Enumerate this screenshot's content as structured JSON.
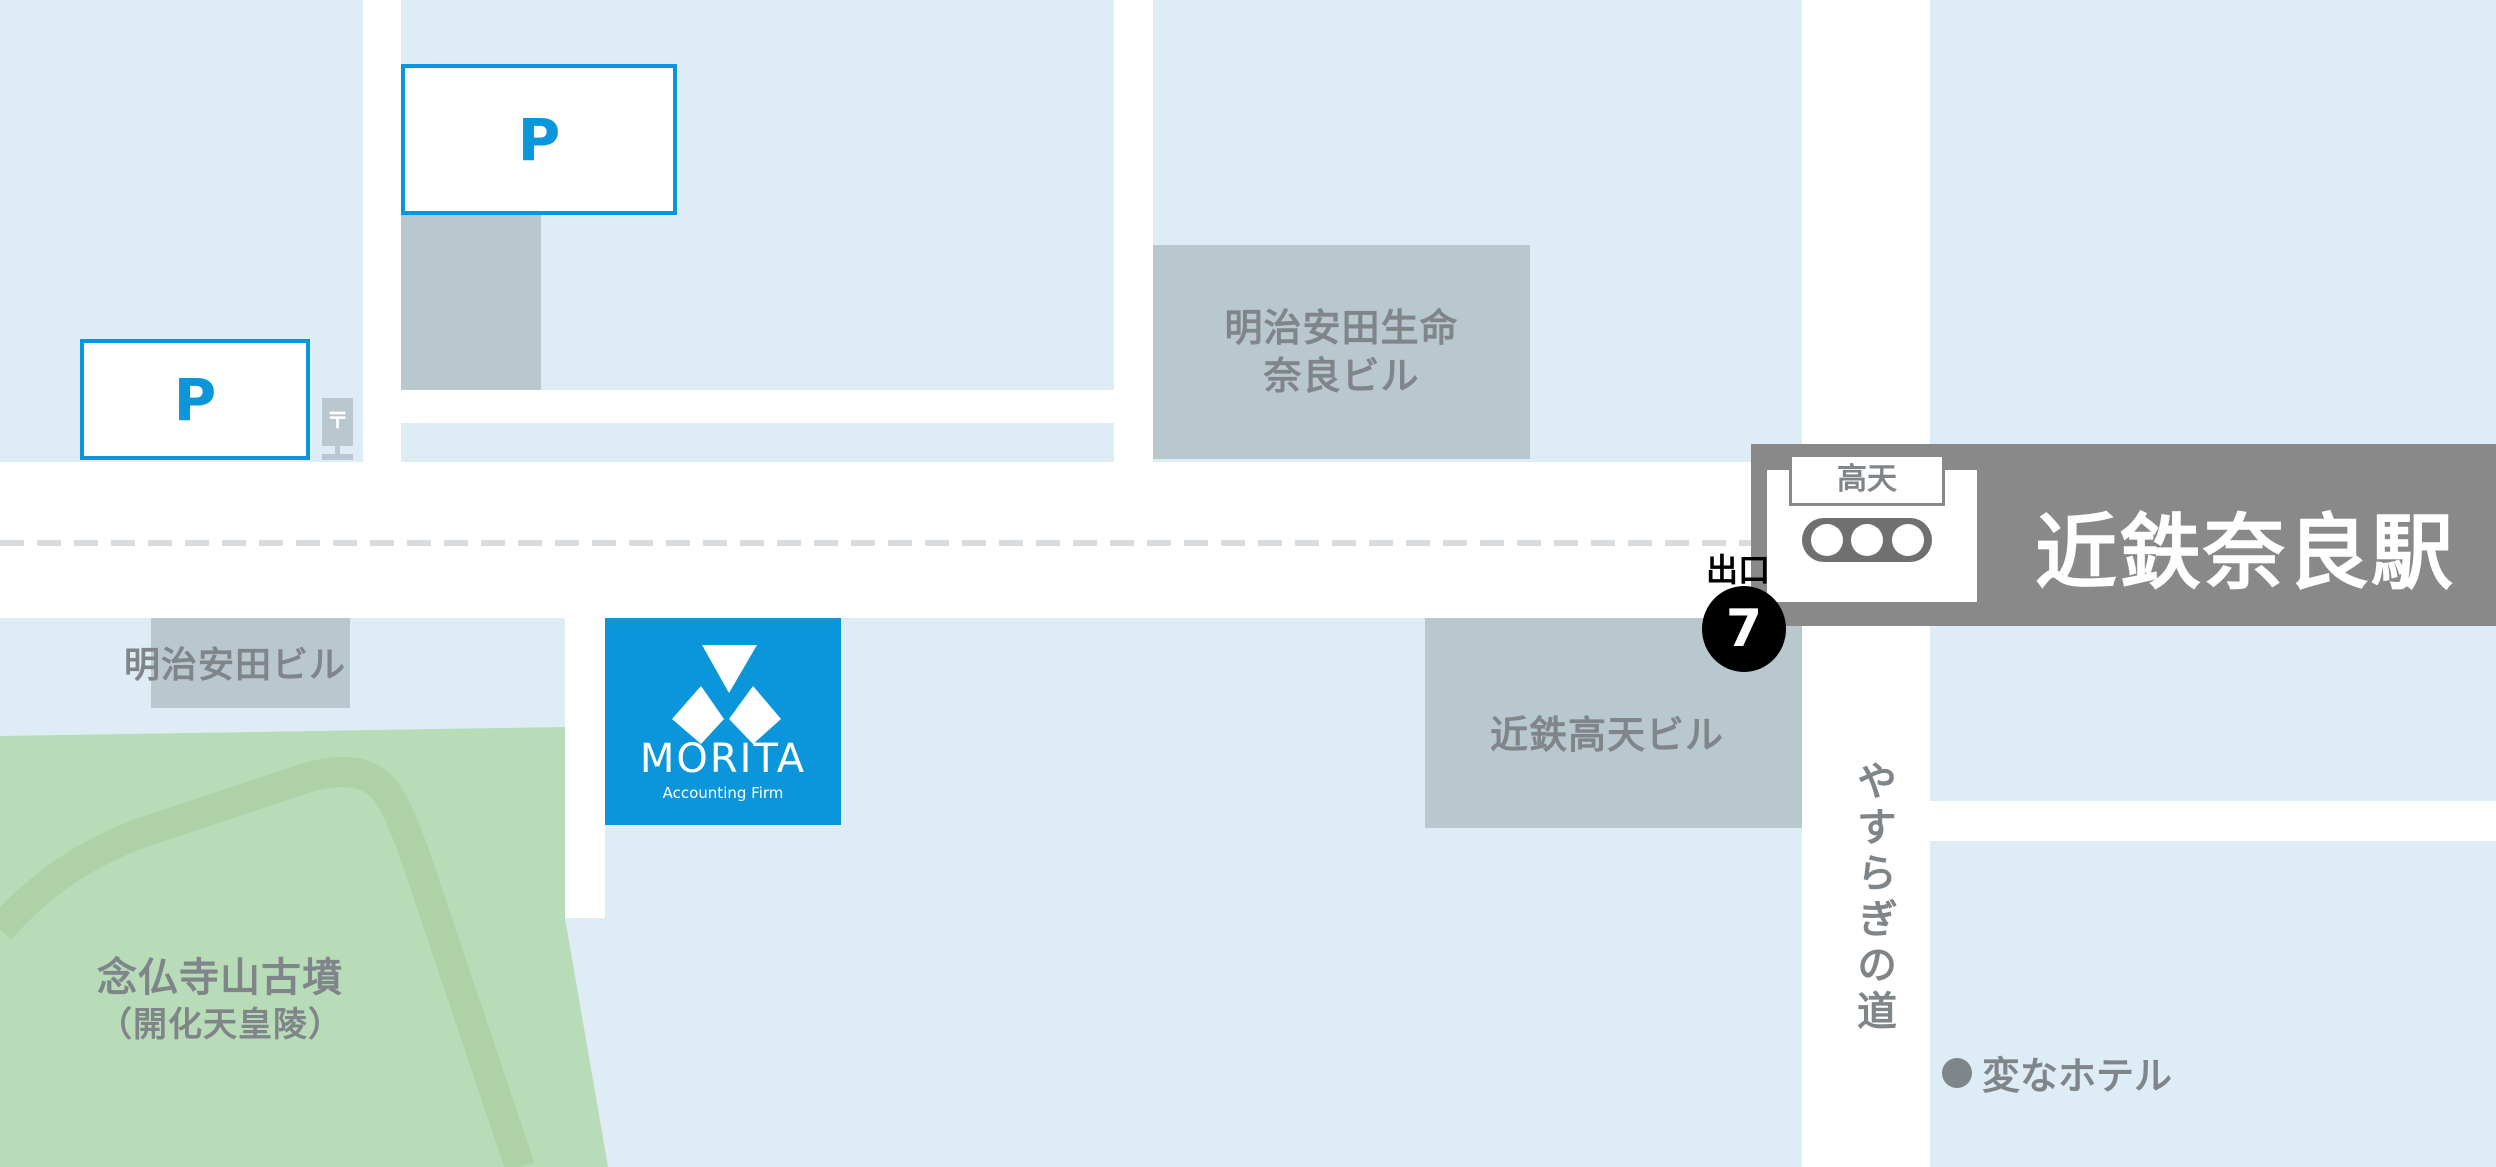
{
  "map": {
    "colors": {
      "background": "#deecf5",
      "road": "#ffffff",
      "building": "#b9c7cf",
      "park": "#b8dcb7",
      "park_path": "#afd1a8",
      "station": "#898989",
      "brand_blue": "#0b96dc",
      "label_text": "#808589",
      "exit_marker": "#000000"
    },
    "parking": [
      {
        "label": "P"
      },
      {
        "label": "P"
      }
    ],
    "post_office": {
      "icon": "〒"
    },
    "buildings": {
      "meiji_yasuda_seimei": {
        "line1": "明治安田生命",
        "line2": "奈良ビル"
      },
      "meiji_yasuda": {
        "label": "明治安田ビル"
      },
      "kintetsu_takaten": {
        "label": "近鉄高天ビル"
      }
    },
    "park": {
      "name": "念仏寺山古墳",
      "subname": "（開化天皇陵）"
    },
    "office": {
      "name": "MORITA",
      "subname": "Accounting Firm"
    },
    "station": {
      "name": "近鉄奈良駅",
      "intersection_label": "高天",
      "signal_icon": "traffic-light"
    },
    "exit": {
      "label": "出口",
      "number": "7"
    },
    "street": {
      "name": "やすらぎの道"
    },
    "poi": {
      "label": "変なホテル"
    }
  }
}
